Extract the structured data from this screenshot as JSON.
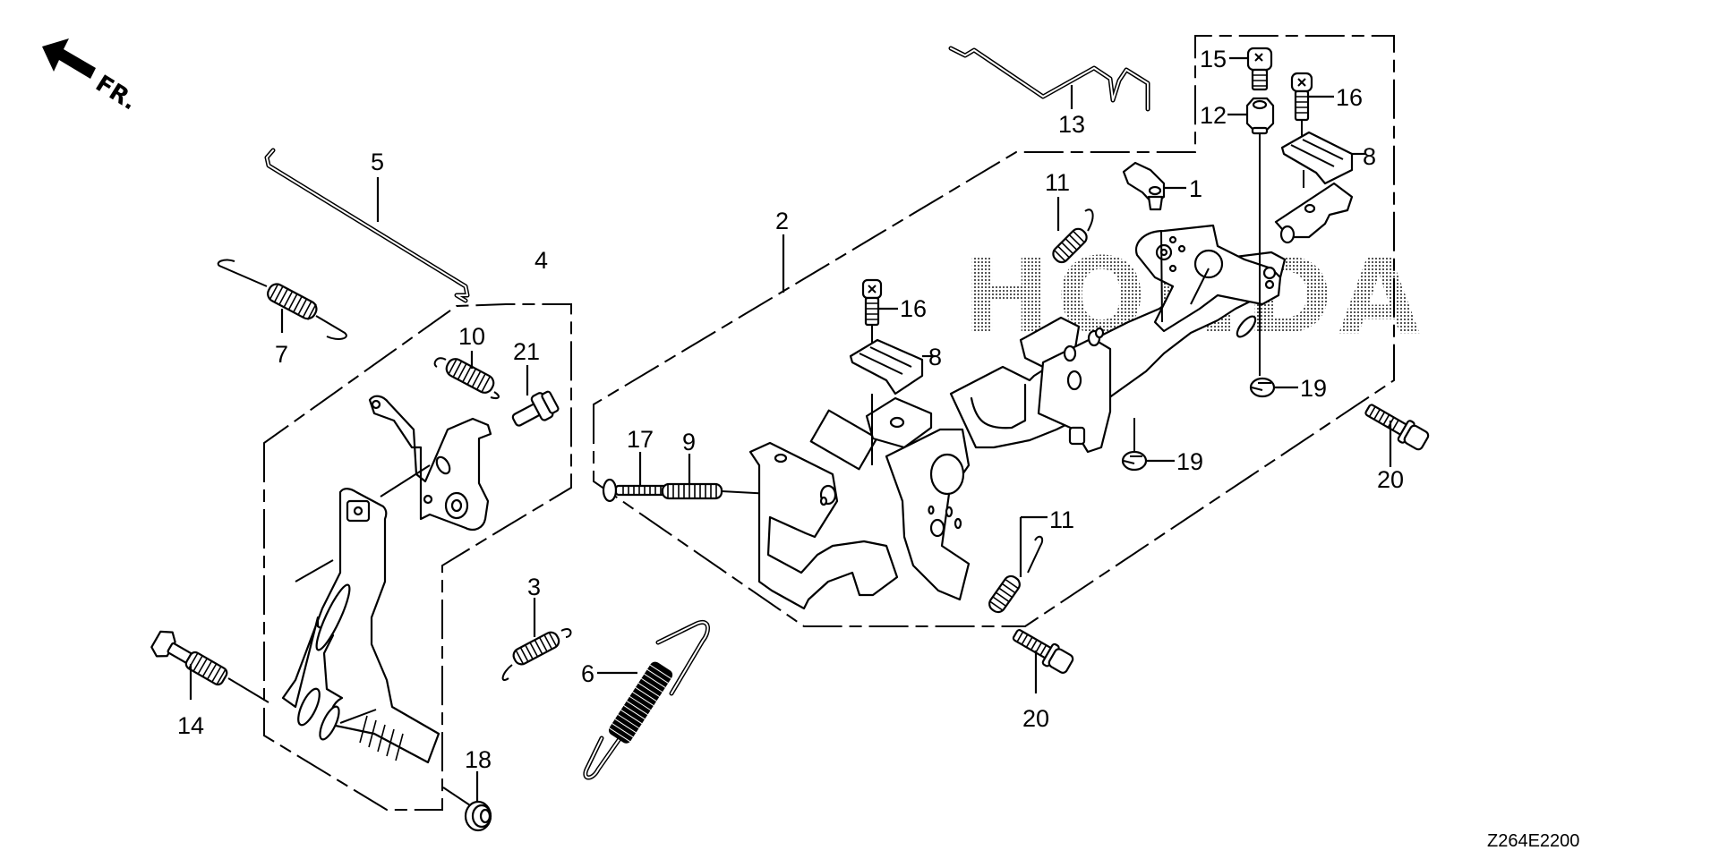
{
  "diagram": {
    "title": "Control lever assembly parts diagram",
    "watermark": "HONDA",
    "direction_indicator": "FR.",
    "drawing_code": "Z264E2200",
    "callouts": [
      {
        "id": "c1",
        "label": "1",
        "part": "lever clip"
      },
      {
        "id": "c2",
        "label": "2",
        "part": "control base assembly"
      },
      {
        "id": "c3",
        "label": "3",
        "part": "spring"
      },
      {
        "id": "c4",
        "label": "4",
        "part": "lever assembly"
      },
      {
        "id": "c5",
        "label": "5",
        "part": "rod"
      },
      {
        "id": "c6",
        "label": "6",
        "part": "spring"
      },
      {
        "id": "c7",
        "label": "7",
        "part": "spring"
      },
      {
        "id": "c8a",
        "label": "8",
        "part": "cable clamp"
      },
      {
        "id": "c8b",
        "label": "8",
        "part": "cable clamp"
      },
      {
        "id": "c9",
        "label": "9",
        "part": "spring"
      },
      {
        "id": "c10",
        "label": "10",
        "part": "spring"
      },
      {
        "id": "c11a",
        "label": "11",
        "part": "spring"
      },
      {
        "id": "c11b",
        "label": "11",
        "part": "spring"
      },
      {
        "id": "c12",
        "label": "12",
        "part": "nut"
      },
      {
        "id": "c13",
        "label": "13",
        "part": "rod"
      },
      {
        "id": "c14",
        "label": "14",
        "part": "bolt"
      },
      {
        "id": "c15",
        "label": "15",
        "part": "screw"
      },
      {
        "id": "c16a",
        "label": "16",
        "part": "screw"
      },
      {
        "id": "c16b",
        "label": "16",
        "part": "screw"
      },
      {
        "id": "c17",
        "label": "17",
        "part": "screw"
      },
      {
        "id": "c18",
        "label": "18",
        "part": "nut"
      },
      {
        "id": "c19a",
        "label": "19",
        "part": "clip"
      },
      {
        "id": "c19b",
        "label": "19",
        "part": "clip"
      },
      {
        "id": "c20a",
        "label": "20",
        "part": "bolt"
      },
      {
        "id": "c20b",
        "label": "20",
        "part": "bolt"
      },
      {
        "id": "c21",
        "label": "21",
        "part": "bolt"
      }
    ]
  }
}
